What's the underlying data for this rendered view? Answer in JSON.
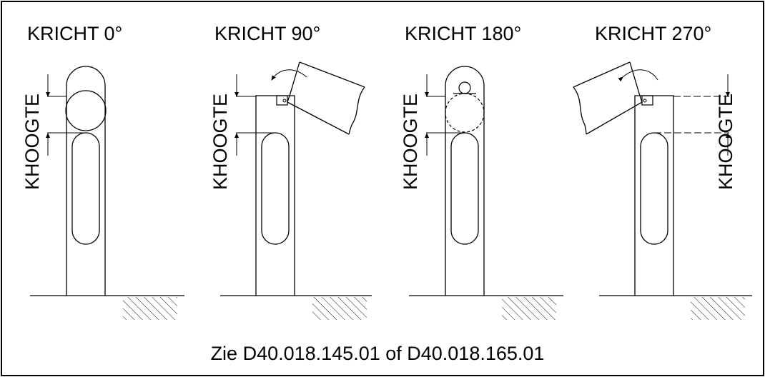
{
  "views": [
    {
      "title": "KRICHT 0°",
      "height_label": "KHOOGTE",
      "variant": "0"
    },
    {
      "title": "KRICHT 90°",
      "height_label": "KHOOGTE",
      "variant": "90"
    },
    {
      "title": "KRICHT 180°",
      "height_label": "KHOOGTE",
      "variant": "180"
    },
    {
      "title": "KRICHT 270°",
      "height_label": "KHOOGTE",
      "variant": "270"
    }
  ],
  "footer": {
    "reference": "Zie D40.018.145.01 of D40.018.165.01"
  },
  "colors": {
    "line": "#000000",
    "background": "#ffffff"
  }
}
